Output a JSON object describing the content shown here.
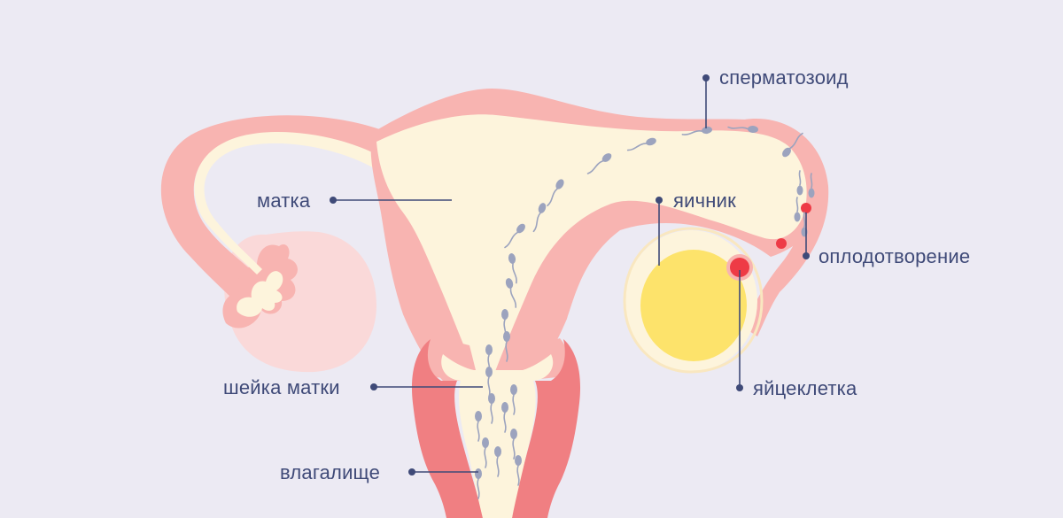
{
  "labels": {
    "uterus": "матка",
    "cervix": "шейка матки",
    "vagina": "влагалище",
    "sperm": "сперматозоид",
    "ovary": "яичник",
    "fertilization": "оплодотворение",
    "egg": "яйцеклетка"
  },
  "colors": {
    "background": "#ECEAF3",
    "tissue_outer": "#F8B4B1",
    "tissue_inner": "#FDF4DC",
    "vagina_wall": "#F07F82",
    "ovary_left": "#FAD9D9",
    "ovary_right_outer": "#FDF4DC",
    "ovary_right_inner": "#FDE36B",
    "egg": "#EE3B46",
    "sperm": "#9CA3BE",
    "label_text": "#3F4A78"
  }
}
